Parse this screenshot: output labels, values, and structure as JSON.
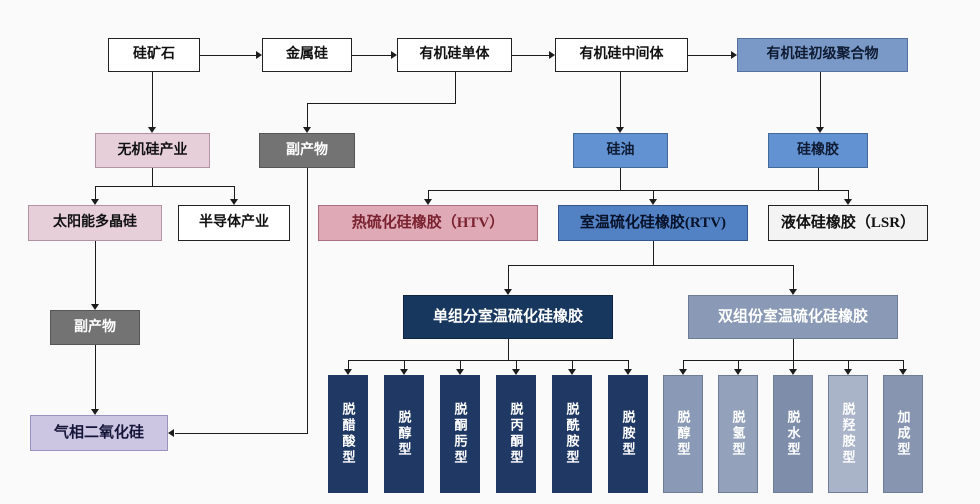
{
  "diagram_title": "Silicone industry chain flowchart",
  "nodes": {
    "ore": "硅矿石",
    "metal_si": "金属硅",
    "monomer": "有机硅单体",
    "intermediate": "有机硅中间体",
    "primary_polymer": "有机硅初级聚合物",
    "inorganic_industry": "无机硅产业",
    "byproduct_top": "副产物",
    "silicone_oil": "硅油",
    "silicone_rubber": "硅橡胶",
    "solar_polysilicon": "太阳能多晶硅",
    "semiconductor_industry": "半导体产业",
    "htv": "热硫化硅橡胶（HTV）",
    "rtv": "室温硫化硅橡胶(RTV)",
    "lsr": "液体硅橡胶（LSR）",
    "byproduct_left": "副产物",
    "one_component_rtv": "单组分室温硫化硅橡胶",
    "two_component_rtv": "双组份室温硫化硅橡胶",
    "fumed_silica": "气相二氧化硅",
    "one_component_types": [
      "脱醋酸型",
      "脱醇型",
      "脱酮肟型",
      "脱丙酮型",
      "脱酰胺型",
      "脱胺型"
    ],
    "two_component_types": [
      "脱醇型",
      "脱氢型",
      "脱水型",
      "脱羟胺型",
      "加成型"
    ]
  },
  "colors": {
    "background": "#fafafa",
    "white_box": "#ffffff",
    "steel_blue": "#7b99c7",
    "medium_blue": "#6292d2",
    "rtv_blue": "#5282c4",
    "pale_pink": "#e6cfd9",
    "htv_pink": "#dfa9b5",
    "htv_text": "#7a2230",
    "dark_gray": "#737373",
    "lavender": "#ccc6e2",
    "dark_navy": "#1f3864",
    "navy_header": "#17375e",
    "gray_blue": "#8a99b5",
    "light_gray_blue": "#aab4c8",
    "line": "#1c1c1c"
  }
}
